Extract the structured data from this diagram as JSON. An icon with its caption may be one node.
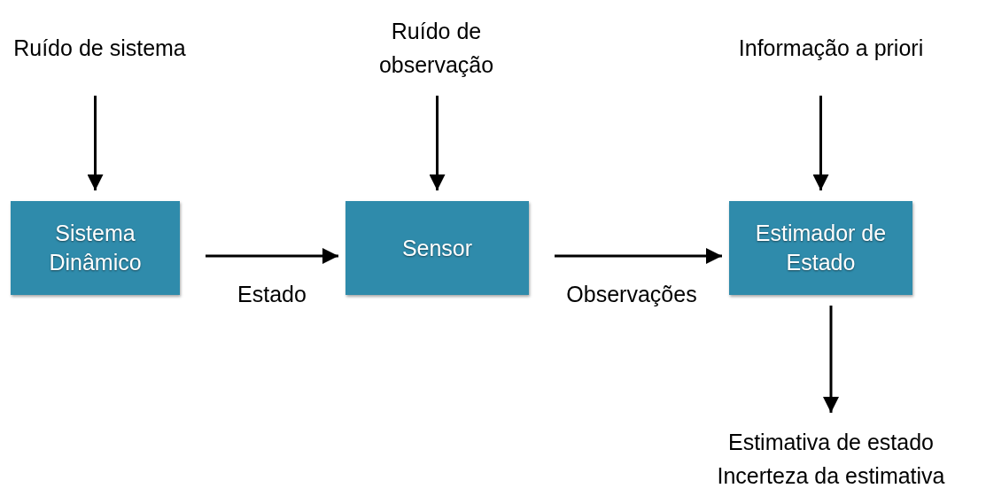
{
  "diagram": {
    "nodes": [
      {
        "text": [
          "Ruído de sistema"
        ]
      },
      {
        "text": [
          "Ruído de observação"
        ]
      },
      {
        "text": [
          "Informação a priori"
        ]
      },
      {
        "text": [
          "Sistema Dinâmico"
        ]
      },
      {
        "text": [
          "Sensor"
        ]
      },
      {
        "text": [
          "Estimador de Estado"
        ]
      },
      {
        "text": [
          "Estimativa de estado",
          "Incerteza da estimativa"
        ]
      }
    ],
    "edges": [
      {
        "from": 0,
        "to": 3,
        "arrow": "to"
      },
      {
        "from": 1,
        "to": 4,
        "arrow": "to"
      },
      {
        "from": 2,
        "to": 5,
        "arrow": "to"
      },
      {
        "from": 3,
        "to": 4,
        "arrow": "to",
        "label": "Estado"
      },
      {
        "from": 4,
        "to": 5,
        "arrow": "to",
        "label": "Observações"
      },
      {
        "from": 5,
        "to": 6,
        "arrow": "to"
      }
    ]
  }
}
